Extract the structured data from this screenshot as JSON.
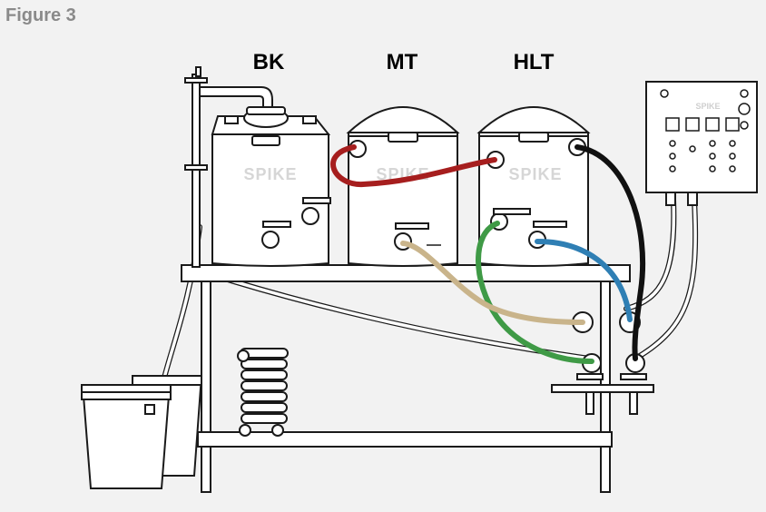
{
  "figure": {
    "label": "Figure 3"
  },
  "vessels": [
    {
      "id": "bk",
      "label": "BK"
    },
    {
      "id": "mt",
      "label": "MT"
    },
    {
      "id": "hlt",
      "label": "HLT"
    }
  ],
  "branding": {
    "text": "SPIKE"
  },
  "hose_colors": {
    "red": "#a61e1e",
    "black": "#111111",
    "green": "#3f9a46",
    "blue": "#2f7fb4",
    "tan": "#c9b48b"
  }
}
